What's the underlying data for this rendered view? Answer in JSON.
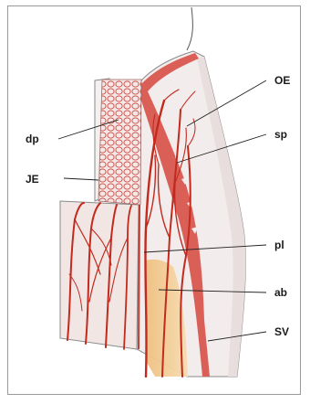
{
  "labels": {
    "oe": "OE",
    "dp": "dp",
    "sp": "sp",
    "je": "JE",
    "pl": "pl",
    "ab": "ab",
    "sv": "SV"
  },
  "colors": {
    "epithelium_red": "#d8524a",
    "vessel_red": "#c22a1e",
    "tissue_fill": "#f3ecec",
    "bone_fill": "#f2c98e",
    "leader": "#222222"
  }
}
